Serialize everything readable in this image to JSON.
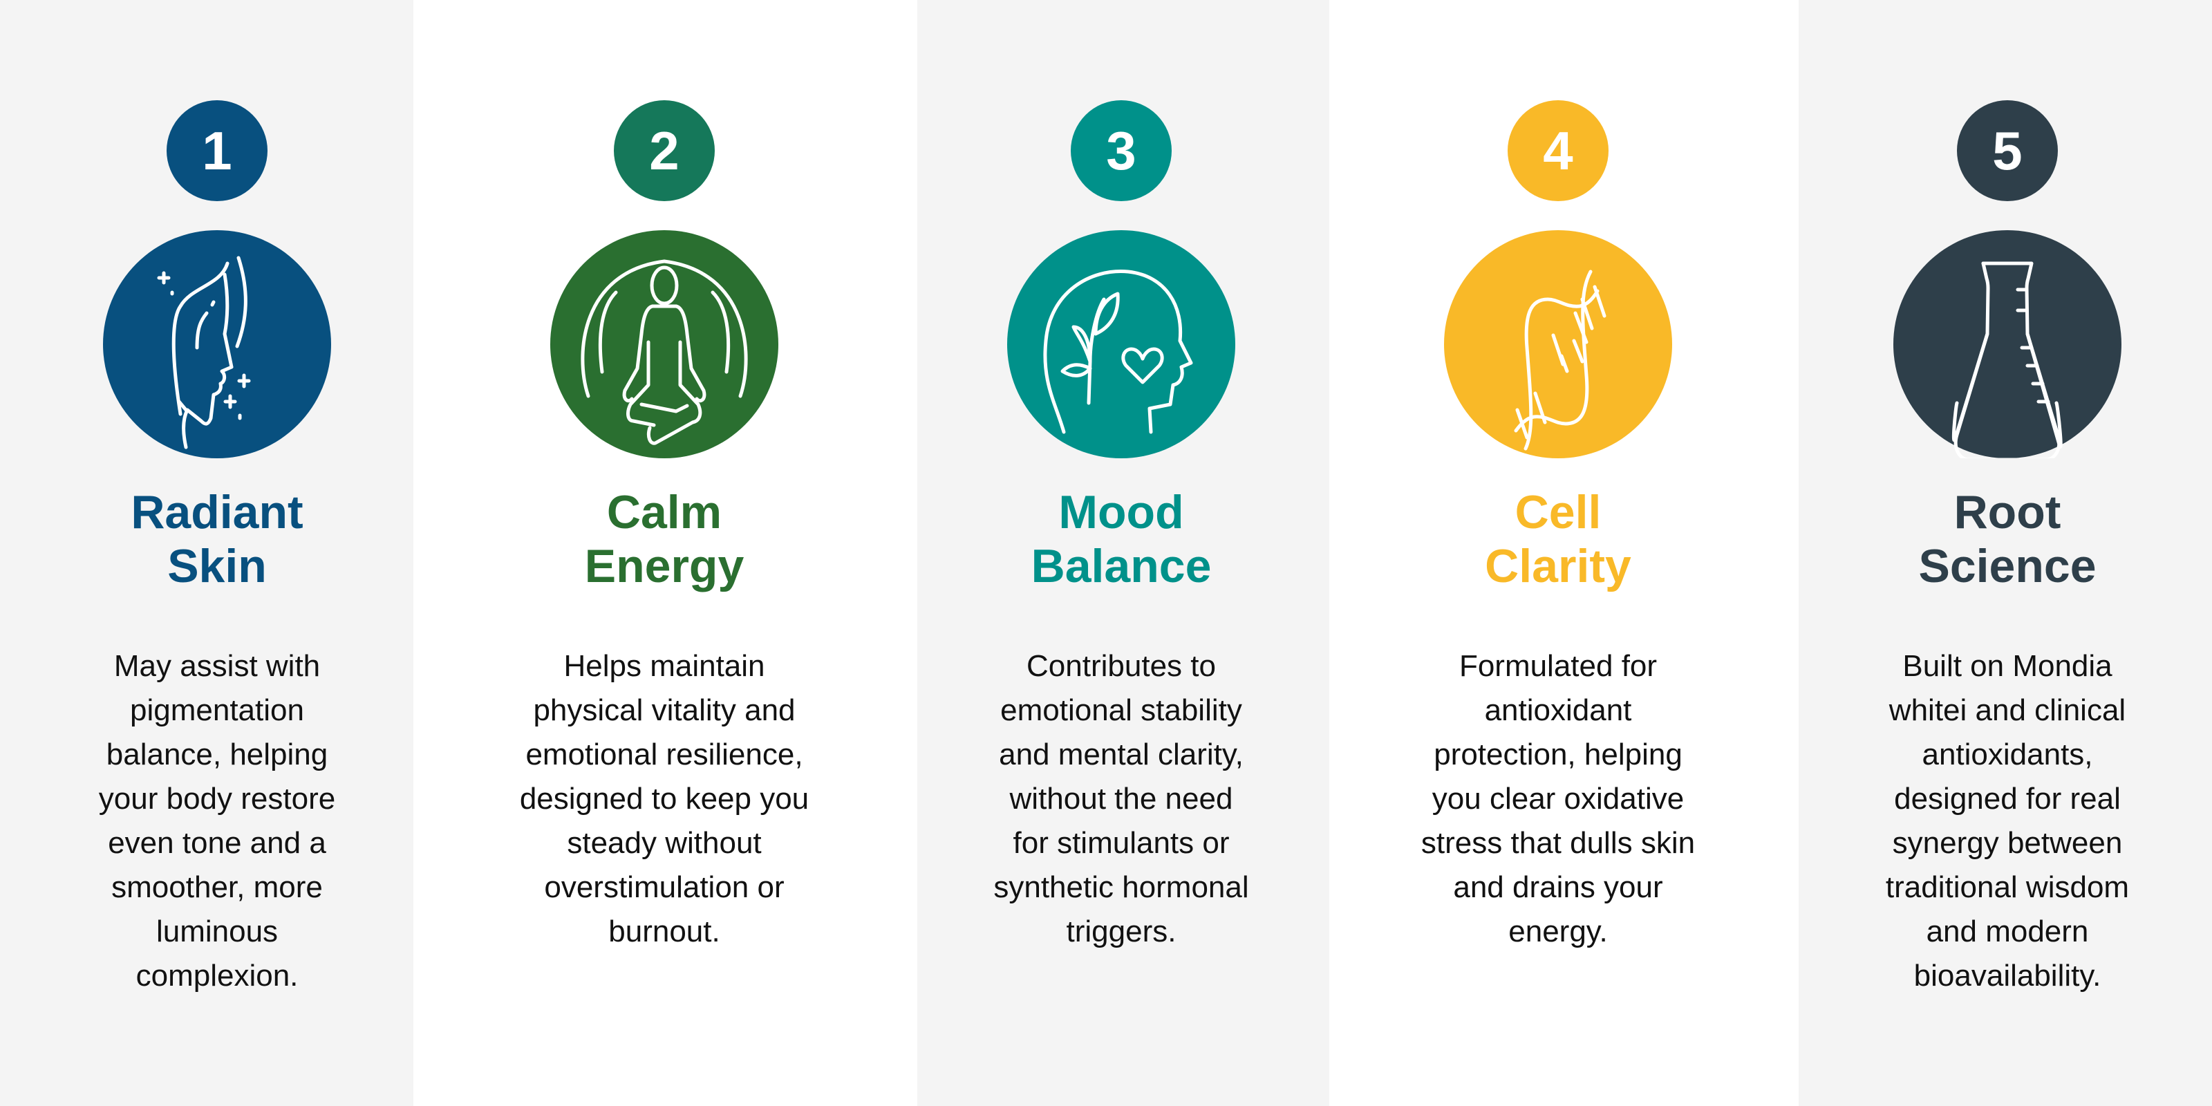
{
  "colors": {
    "c1": "#08507f",
    "c2_num": "#15785a",
    "c2": "#2a6f30",
    "c3": "#00918a",
    "c4": "#f9b928",
    "c5": "#2e3f4a"
  },
  "items": [
    {
      "number": "1",
      "icon": "face-profile-sparkle-icon",
      "title": [
        "Radiant",
        "Skin"
      ],
      "body": [
        "May assist with",
        "pigmentation",
        "balance, helping",
        "your body restore",
        "even tone and a",
        "smoother, more",
        "luminous",
        "complexion."
      ]
    },
    {
      "number": "2",
      "icon": "meditation-icon",
      "title": [
        "Calm",
        "Energy"
      ],
      "body": [
        "Helps maintain",
        "physical vitality and",
        "emotional resilience,",
        "designed to keep you",
        "steady without",
        "overstimulation or",
        "burnout."
      ]
    },
    {
      "number": "3",
      "icon": "head-leaves-heart-icon",
      "title": [
        "Mood",
        "Balance"
      ],
      "body": [
        "Contributes to",
        "emotional stability",
        "and mental clarity,",
        "without the need",
        "for stimulants or",
        "synthetic hormonal",
        "triggers."
      ]
    },
    {
      "number": "4",
      "icon": "dna-icon",
      "title": [
        "Cell",
        "Clarity"
      ],
      "body": [
        "Formulated for",
        "antioxidant",
        "protection, helping",
        "you clear oxidative",
        "stress that dulls skin",
        "and drains your",
        "energy."
      ]
    },
    {
      "number": "5",
      "icon": "flask-icon",
      "title": [
        "Root",
        "Science"
      ],
      "body": [
        "Built on Mondia",
        "whitei and clinical",
        "antioxidants,",
        "designed for real",
        "synergy between",
        "traditional wisdom",
        "and modern",
        "bioavailability."
      ]
    }
  ]
}
